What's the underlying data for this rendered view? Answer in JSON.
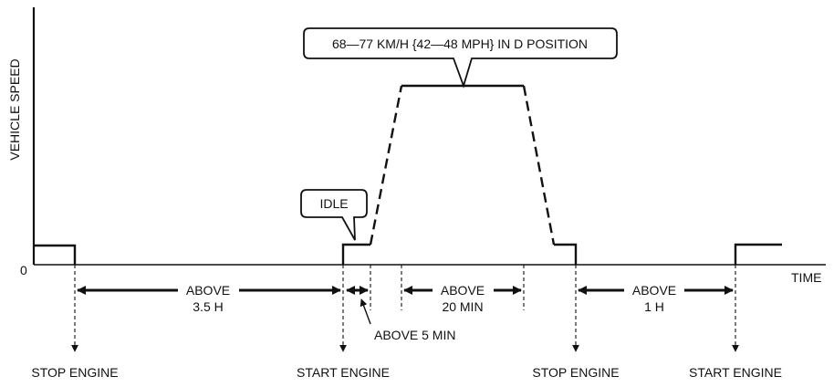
{
  "axes": {
    "y_label": "VEHICLE SPEED",
    "x_label": "TIME",
    "origin_label": "0"
  },
  "callouts": {
    "speed": "68—77 KM/H {42—48 MPH} IN D POSITION",
    "idle": "IDLE"
  },
  "intervals": {
    "stop_to_start": {
      "line1": "ABOVE",
      "line2": "3.5 H"
    },
    "idle": "ABOVE 5 MIN",
    "cruise": {
      "line1": "ABOVE",
      "line2": "20 MIN"
    },
    "cooldown": {
      "line1": "ABOVE",
      "line2": "1 H"
    }
  },
  "events": {
    "stop_engine_1": "STOP ENGINE",
    "start_engine_1": "START ENGINE",
    "stop_engine_2": "STOP ENGINE",
    "start_engine_2": "START ENGINE"
  },
  "colors": {
    "ink": "#111111",
    "background": "#ffffff"
  }
}
